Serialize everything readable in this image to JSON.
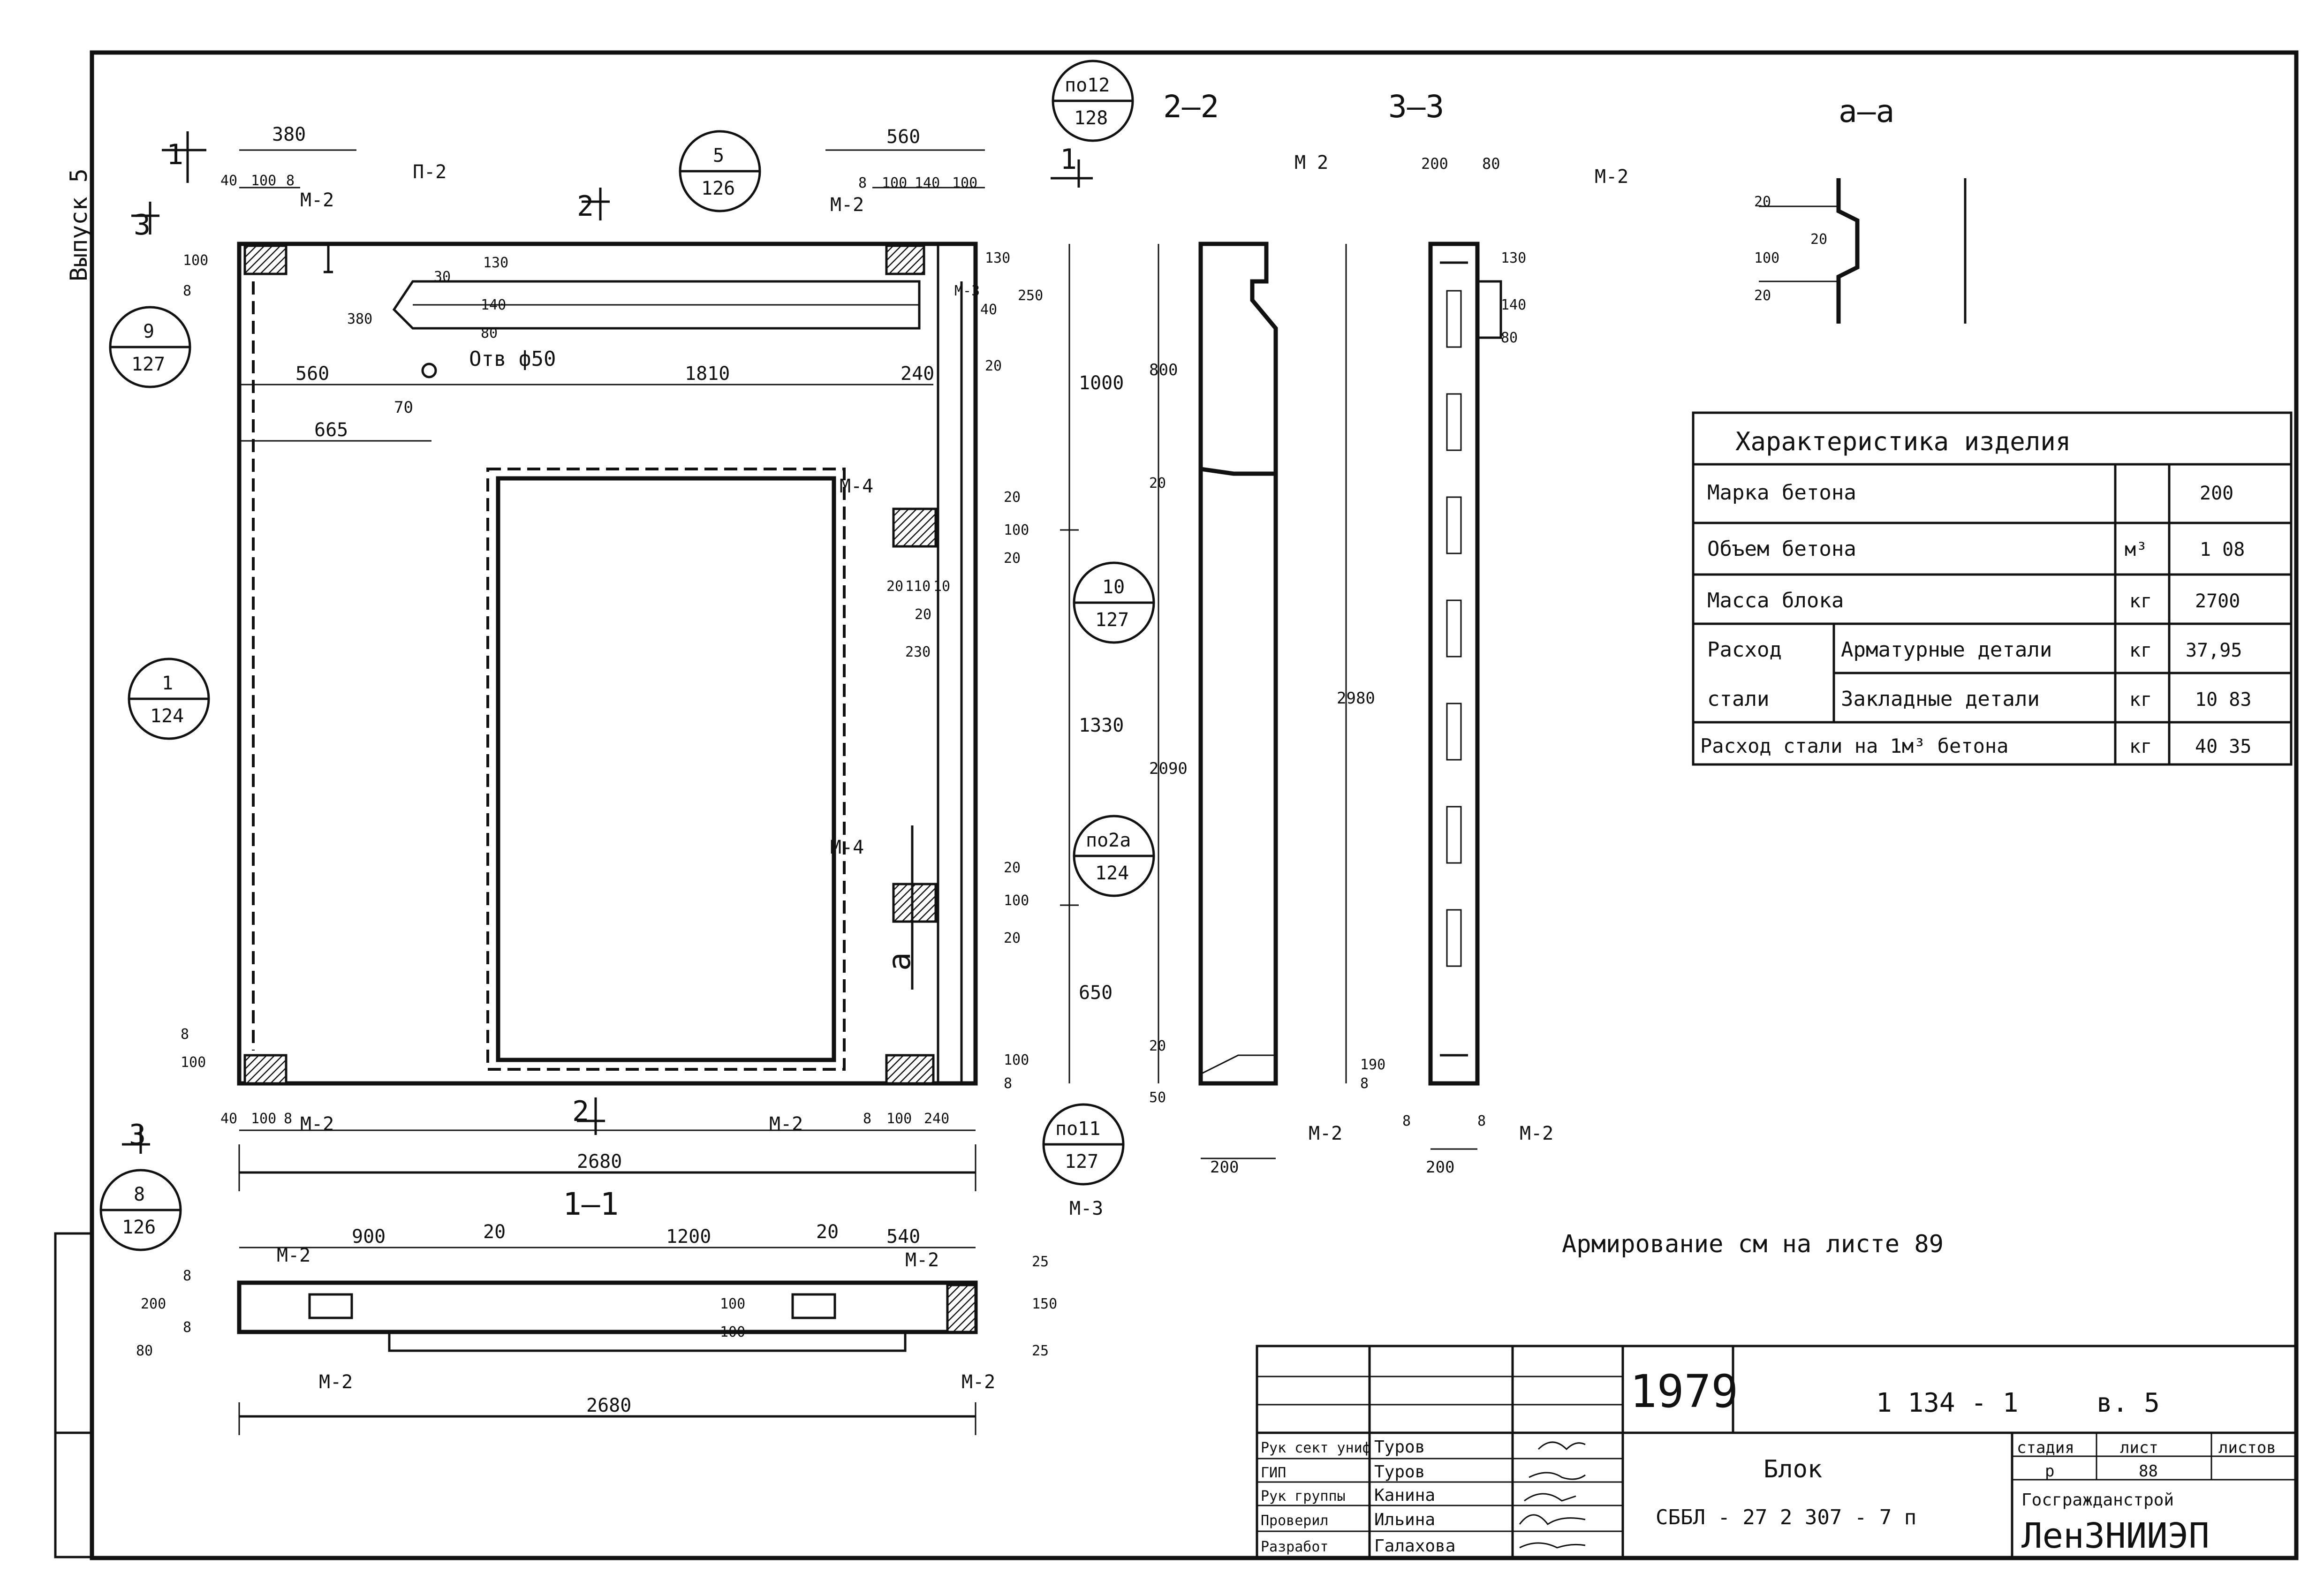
{
  "side_label": "Выпуск 5",
  "views": {
    "main": {
      "cut_1_top": "1",
      "cut_1_right": "1",
      "cut_2_top": "2",
      "cut_2_bottom": "2",
      "cut_3_top": "3",
      "cut_3_bottom": "3",
      "opening_label": "Отв ф50",
      "embeds": [
        "М-2",
        "М-2",
        "М-2",
        "М-2",
        "М-4",
        "М-4",
        "П-2",
        "М-3"
      ],
      "section_a_label": "а",
      "dims": {
        "top_380": "380",
        "top_40": "40",
        "top_100": "100",
        "top_8": "8",
        "top_560": "560",
        "top_8b": "8",
        "top_100b": "100",
        "top_140": "140",
        "top_100c": "100",
        "left_100": "100",
        "left_8": "8",
        "slot_30": "30",
        "slot_130": "130",
        "slot_380": "380",
        "slot_80": "80",
        "slot_140": "140",
        "d560": "560",
        "d1810": "1810",
        "d240": "240",
        "d70": "70",
        "d665": "665",
        "r20a": "20",
        "r40": "40",
        "r250": "250",
        "r130": "130",
        "r1000": "1000",
        "m4_20": "20",
        "m4_100": "100",
        "m4_20b": "20",
        "m4_20c": "20",
        "m4_110": "110",
        "m4_10": "10",
        "m4_20d": "20",
        "m4_230": "230",
        "r1330": "1330",
        "r20b": "20",
        "r100b": "100",
        "r20c": "20",
        "r650": "650",
        "r100c": "100",
        "r8": "8",
        "bl_100": "100",
        "bl_8": "8",
        "b40": "40",
        "b100": "100",
        "b8": "8",
        "br_8": "8",
        "br_100": "100",
        "br_240": "240",
        "overall": "2680"
      }
    },
    "view_2_2": {
      "title": "2—2",
      "d800": "800",
      "d20": "20",
      "d2090": "2090",
      "d20b": "20",
      "d50": "50",
      "d200": "200"
    },
    "view_3_3": {
      "title": "3—3",
      "m2_left": "М 2",
      "m2_right": "М-2",
      "d200": "200",
      "d80": "80",
      "d130": "130",
      "d140": "140",
      "d80b": "80",
      "d2980": "2980",
      "d190": "190",
      "d8": "8",
      "m2_bl": "М-2",
      "m2_br": "М-2",
      "d8a": "8",
      "d8b": "8",
      "d200b": "200"
    },
    "view_a_a": {
      "title": "а—а",
      "d20": "20",
      "d100": "100",
      "d20b": "20",
      "d20c": "20"
    },
    "view_1_1": {
      "title": "1—1",
      "d900": "900",
      "d20": "20",
      "d1200": "1200",
      "d20b": "20",
      "d540": "540",
      "m3": "М-3",
      "m2a": "М-2",
      "m2b": "М-2",
      "d8": "8",
      "d200": "200",
      "d8b": "8",
      "d80": "80",
      "d100": "100",
      "d100b": "100",
      "d25": "25",
      "d150": "150",
      "d25b": "25",
      "m2c": "М-2",
      "m2d": "М-2",
      "overall": "2680"
    }
  },
  "bubbles": [
    {
      "top": "по12",
      "bottom": "128"
    },
    {
      "top": "5",
      "bottom": "126"
    },
    {
      "top": "9",
      "bottom": "127"
    },
    {
      "top": "10",
      "bottom": "127"
    },
    {
      "top": "1",
      "bottom": "124"
    },
    {
      "top": "по2а",
      "bottom": "124"
    },
    {
      "top": "по11",
      "bottom": "127"
    },
    {
      "top": "8",
      "bottom": "126"
    }
  ],
  "characteristics": {
    "title": "Характеристика изделия",
    "rows": [
      {
        "label": "Марка бетона",
        "unit": "",
        "value": "200"
      },
      {
        "label": "Объем бетона",
        "unit": "м³",
        "value": "1 08"
      },
      {
        "label": "Масса блока",
        "unit": "кг",
        "value": "2700"
      },
      {
        "label": "Арматурные детали",
        "unit": "кг",
        "value": "37,95"
      },
      {
        "label": "Закладные детали",
        "unit": "кг",
        "value": "10 83"
      },
      {
        "label": "Расход стали на 1м³ бетона",
        "unit": "кг",
        "value": "40 35"
      }
    ],
    "group_label_1": "Расход",
    "group_label_2": "стали"
  },
  "note": "Армирование см на листе 89",
  "title_block": {
    "year": "1979",
    "doc_code": "1 134 - 1",
    "issue": "в. 5",
    "product_name": "Блок",
    "product_mark": "СББЛ - 27 2 307 - 7 п",
    "stage_header": "стадия",
    "sheet_header": "лист",
    "sheets_header": "листов",
    "stage": "р",
    "sheet": "88",
    "org_top": "Госгражданстрой",
    "org_bottom": "ЛенЗНИИЭП",
    "roles": [
      {
        "role": "Рук сект униф",
        "name": "Туров"
      },
      {
        "role": "ГИП",
        "name": "Туров"
      },
      {
        "role": "Рук группы",
        "name": "Канина"
      },
      {
        "role": "Проверил",
        "name": "Ильина"
      },
      {
        "role": "Разработ",
        "name": "Галахова"
      }
    ]
  }
}
